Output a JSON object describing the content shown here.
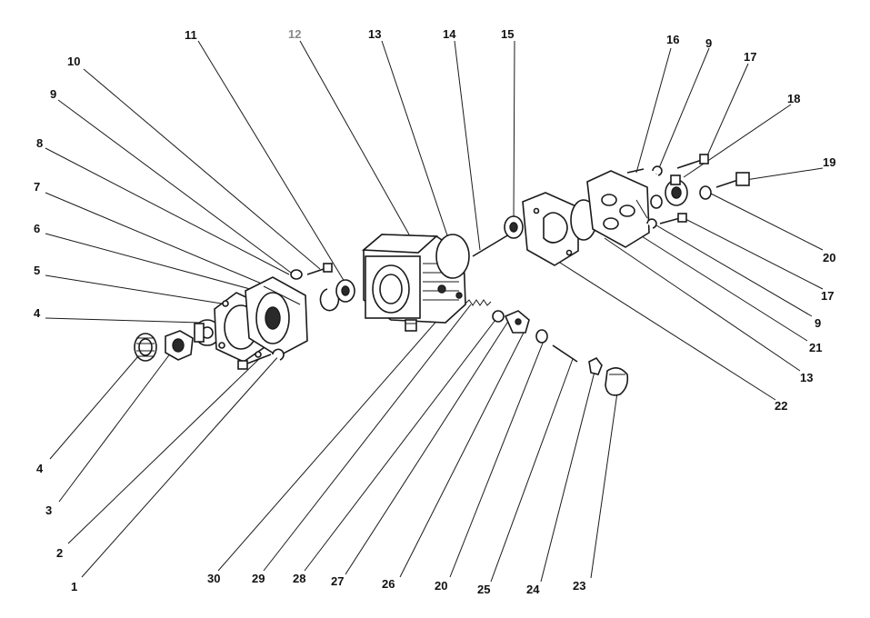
{
  "callouts": [
    {
      "id": "c1",
      "text": "1"
    },
    {
      "id": "c2",
      "text": "2"
    },
    {
      "id": "c3",
      "text": "3"
    },
    {
      "id": "c4a",
      "text": "4"
    },
    {
      "id": "c4b",
      "text": "4"
    },
    {
      "id": "c5",
      "text": "5"
    },
    {
      "id": "c6",
      "text": "6"
    },
    {
      "id": "c7",
      "text": "7"
    },
    {
      "id": "c8",
      "text": "8"
    },
    {
      "id": "c9a",
      "text": "9"
    },
    {
      "id": "c9b",
      "text": "9"
    },
    {
      "id": "c9c",
      "text": "9"
    },
    {
      "id": "c10",
      "text": "10"
    },
    {
      "id": "c11",
      "text": "11"
    },
    {
      "id": "c12",
      "text": "12"
    },
    {
      "id": "c13a",
      "text": "13"
    },
    {
      "id": "c13b",
      "text": "13"
    },
    {
      "id": "c14",
      "text": "14"
    },
    {
      "id": "c15",
      "text": "15"
    },
    {
      "id": "c16",
      "text": "16"
    },
    {
      "id": "c17a",
      "text": "17"
    },
    {
      "id": "c17b",
      "text": "17"
    },
    {
      "id": "c18",
      "text": "18"
    },
    {
      "id": "c19",
      "text": "19"
    },
    {
      "id": "c20a",
      "text": "20"
    },
    {
      "id": "c20b",
      "text": "20"
    },
    {
      "id": "c21",
      "text": "21"
    },
    {
      "id": "c22",
      "text": "22"
    },
    {
      "id": "c23",
      "text": "23"
    },
    {
      "id": "c24",
      "text": "24"
    },
    {
      "id": "c25",
      "text": "25"
    },
    {
      "id": "c26",
      "text": "26"
    },
    {
      "id": "c27",
      "text": "27"
    },
    {
      "id": "c28",
      "text": "28"
    },
    {
      "id": "c29",
      "text": "29"
    },
    {
      "id": "c30",
      "text": "30"
    }
  ]
}
